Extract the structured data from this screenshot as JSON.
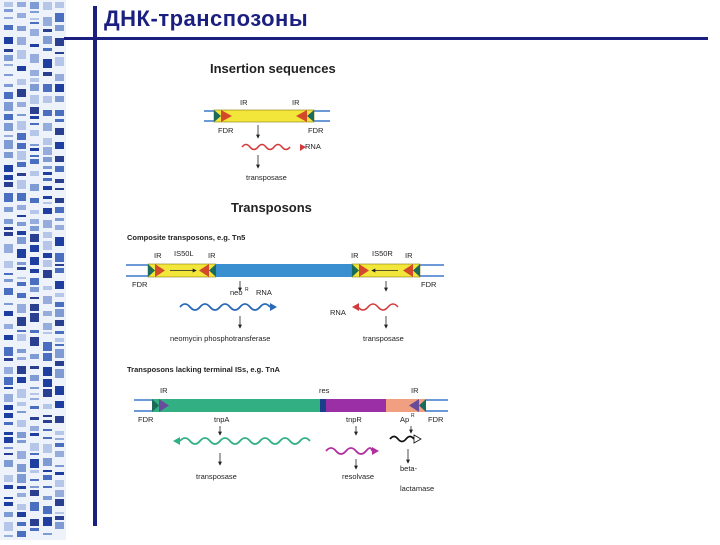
{
  "title": "ДНК-транспозоны",
  "colors": {
    "accent": "#1b1f80",
    "dna": "#3a78c8",
    "is_element": "#f2e63a",
    "ir_arrow": "#d24a2a",
    "end_cap": "#1c6a5a",
    "tn5_center": "#3a8fd0",
    "tn3_tnpA": "#33b083",
    "tn3_tnpR": "#9a2fa6",
    "tn3_ap": "#f0a080",
    "rna_red": "#d43a3a",
    "rna_blue": "#2a6ab8",
    "rna_teal": "#33b083",
    "rna_purple": "#b030a0"
  },
  "insertion": {
    "heading": "Insertion sequences",
    "ir_left": "IR",
    "ir_right": "IR",
    "fdr_left": "FDR",
    "fdr_right": "FDR",
    "rna": "RNA",
    "product": "transposase"
  },
  "transposons": {
    "heading": "Transposons"
  },
  "composite": {
    "heading": "Composite transposons, e.g. Tn5",
    "is_left": "IS50L",
    "is_right": "IS50R",
    "ir1": "IR",
    "ir2": "IR",
    "ir3": "IR",
    "ir4": "IR",
    "fdr_left": "FDR",
    "fdr_right": "FDR",
    "neo": "neo",
    "neo_sup": "R",
    "rna_left": "RNA",
    "rna_right": "RNA",
    "product_left": "neomycin phosphotransferase",
    "product_right": "transposase"
  },
  "lacking": {
    "heading": "Transposons lacking terminal ISs, e.g. TnA",
    "ir_left": "IR",
    "res": "res",
    "ir_right": "IR",
    "fdr_left": "FDR",
    "fdr_right": "FDR",
    "gene1": "tnpA",
    "gene2": "tnpR",
    "gene3": "Ap",
    "gene3_sup": "R",
    "product1": "transposase",
    "product2": "resolvase",
    "product3a": "beta-",
    "product3b": "lactamase"
  }
}
